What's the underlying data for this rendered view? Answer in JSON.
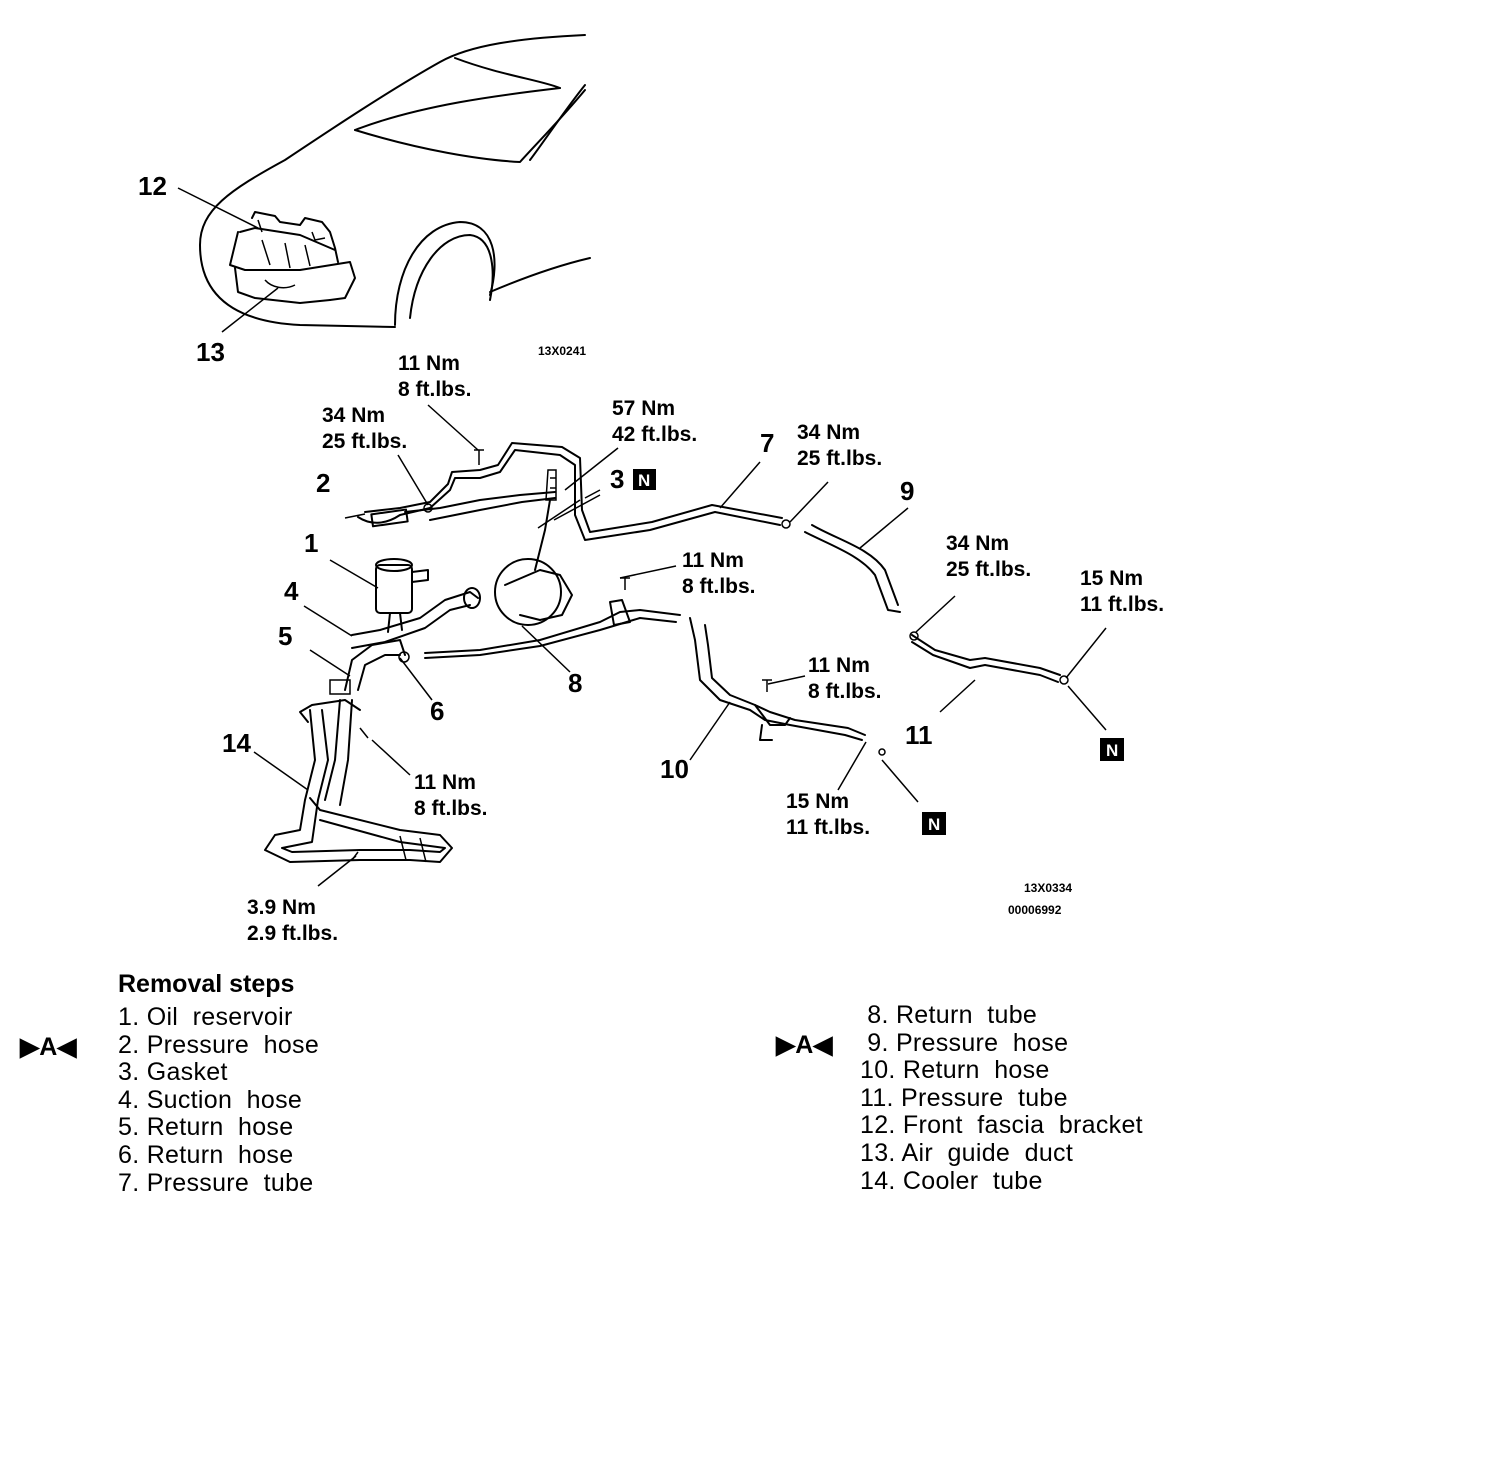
{
  "callouts": {
    "c1": "1",
    "c2": "2",
    "c3": "3",
    "c4": "4",
    "c5": "5",
    "c6": "6",
    "c7": "7",
    "c8": "8",
    "c9": "9",
    "c10": "10",
    "c11": "11",
    "c12": "12",
    "c13": "13",
    "c14": "14"
  },
  "torques": {
    "t_top_nm": "11 Nm",
    "t_top_ft": "8 ft.lbs.",
    "t_left_nm": "34 Nm",
    "t_left_ft": "25 ft.lbs.",
    "t_57_nm": "57 Nm",
    "t_57_ft": "42 ft.lbs.",
    "t_34b_nm": "34 Nm",
    "t_34b_ft": "25 ft.lbs.",
    "t_11b_nm": "11 Nm",
    "t_11b_ft": "8 ft.lbs.",
    "t_34c_nm": "34 Nm",
    "t_34c_ft": "25 ft.lbs.",
    "t_15a_nm": "15 Nm",
    "t_15a_ft": "11 ft.lbs.",
    "t_11c_nm": "11 Nm",
    "t_11c_ft": "8 ft.lbs.",
    "t_11d_nm": "11 Nm",
    "t_11d_ft": "8 ft.lbs.",
    "t_15b_nm": "15 Nm",
    "t_15b_ft": "11 ft.lbs.",
    "t_39_nm": "3.9 Nm",
    "t_39_ft": "2.9 ft.lbs."
  },
  "n_mark": "N",
  "codes": {
    "car": "13X0241",
    "lines": "13X0334",
    "doc": "00006992"
  },
  "steps": {
    "title": "Removal steps",
    "marker": "▶A◀",
    "left": [
      "1. Oil  reservoir",
      "2. Pressure  hose",
      "3. Gasket",
      "4. Suction  hose",
      "5. Return  hose",
      "6. Return  hose",
      "7. Pressure  tube"
    ],
    "right": [
      " 8. Return  tube",
      " 9. Pressure  hose",
      "10. Return  hose",
      "11. Pressure  tube",
      "12. Front  fascia  bracket",
      "13. Air  guide  duct",
      "14. Cooler  tube"
    ]
  }
}
